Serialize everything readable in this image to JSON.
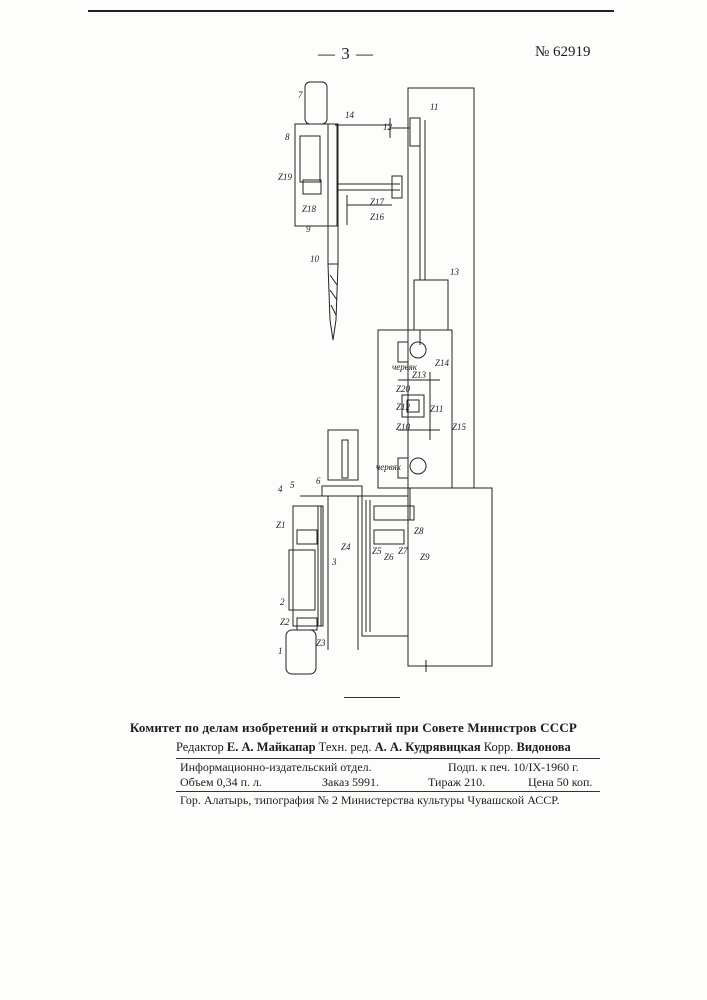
{
  "header": {
    "page_number": "— 3 —",
    "patent_number": "№ 62919"
  },
  "figure": {
    "labels": {
      "l1": "1",
      "l2": "2",
      "l3": "3",
      "l4": "4",
      "l5": "5",
      "l6": "6",
      "l7": "7",
      "l8": "8",
      "l9": "9",
      "l10": "10",
      "l11": "11",
      "l12": "12",
      "l13": "13",
      "l14": "14",
      "z1": "Z1",
      "z2": "Z2",
      "z3": "Z3",
      "z4": "Z4",
      "z5": "Z5",
      "z6": "Z6",
      "z7": "Z7",
      "z8": "Z8",
      "z9": "Z9",
      "z10": "Z10",
      "z11": "Z11",
      "z12": "Z12",
      "z13": "Z13",
      "z14": "Z14",
      "z15": "Z15",
      "z16": "Z16",
      "z17": "Z17",
      "z18": "Z18",
      "z19": "Z19",
      "z20": "Z20",
      "worm1": "червяк",
      "worm2": "червяк"
    }
  },
  "imprint": {
    "committee": "Комитет по делам изобретений и открытий при Совете Министров СССР",
    "editor_label": "Редактор",
    "editor_name": "Е. А. Майкапар",
    "tech_label": "Техн. ред.",
    "tech_name": "А. А. Кудрявицкая",
    "corr_label": "Корр.",
    "corr_name": "Видонова",
    "publisher": "Информационно-издательский отдел.",
    "signed": "Подп. к печ. 10/IX-1960 г.",
    "volume": "Объем 0,34 п. л.",
    "order": "Заказ 5991.",
    "circulation": "Тираж 210.",
    "price": "Цена 50 коп.",
    "printer": "Гор. Алатырь, типография № 2 Министерства культуры Чувашской АССР."
  }
}
